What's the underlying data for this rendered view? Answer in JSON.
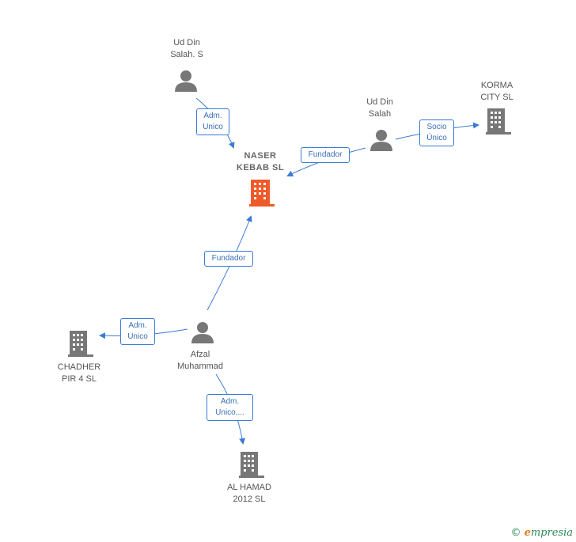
{
  "colors": {
    "edge": "#3a7bd5",
    "person": "#777777",
    "company": "#777777",
    "focus_company": "#f05a28",
    "brand_green": "#2e8b57",
    "brand_orange": "#e07b1a"
  },
  "nodes": {
    "ud_din_salah_s": {
      "line1": "Ud Din",
      "line2": "Salah.  S",
      "icon": "person-icon"
    },
    "ud_din_salah": {
      "line1": "Ud Din",
      "line2": "Salah",
      "icon": "person-icon"
    },
    "korma_city": {
      "line1": "KORMA",
      "line2": "CITY  SL",
      "icon": "building-icon"
    },
    "naser_kebab": {
      "line1": "NASER",
      "line2": "KEBAB  SL",
      "icon": "building-icon"
    },
    "afzal": {
      "line1": "Afzal",
      "line2": "Muhammad",
      "icon": "person-icon"
    },
    "chadher": {
      "line1": "CHADHER",
      "line2": "PIR 4  SL",
      "icon": "building-icon"
    },
    "al_hamad": {
      "line1": "AL HAMAD",
      "line2": "2012 SL",
      "icon": "building-icon"
    }
  },
  "edges": {
    "adm_unico_1": {
      "line1": "Adm.",
      "line2": "Unico"
    },
    "fundador_1": {
      "line1": "Fundador"
    },
    "socio_unico": {
      "line1": "Socio",
      "line2": "Único"
    },
    "fundador_2": {
      "line1": "Fundador"
    },
    "adm_unico_2": {
      "line1": "Adm.",
      "line2": "Unico"
    },
    "adm_unico_3": {
      "line1": "Adm.",
      "line2": "Unico,..."
    }
  },
  "footer": {
    "copyright_symbol": "©",
    "brand_initial": "e",
    "brand_rest": "mpresia"
  }
}
